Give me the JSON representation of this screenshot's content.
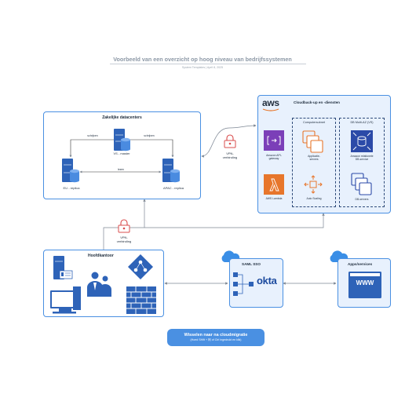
{
  "page": {
    "title": "Voorbeeld van een overzicht op hoog niveau van bedrijfssystemen",
    "subtitle": "System Templates  |  April 8, 2025"
  },
  "datacenters": {
    "title": "Zakelijke datacenters",
    "master": "VS - master",
    "eu": "EU - replica",
    "apac": "APAC - replica",
    "write_left": "schrijven",
    "write_right": "schrijven",
    "read": "lezen"
  },
  "vpn": {
    "top": "VPN-\nverbinding",
    "bottom": "VPN-\nverbinding"
  },
  "aws": {
    "logo": "aws",
    "title": "Cloudback-up en -diensten",
    "compute_subnet": "Computersubnet",
    "db_subnet": "DB Multi-AZ (VS)",
    "api_gateway": "Amazon API-\ngateway",
    "lambda": "AWS Lambda",
    "app_servers": "Applicatie-\nservers",
    "auto_scaling": "Auto Scaling",
    "rds": "Amazon relationele\nDB-service",
    "db_servers": "DB-servers"
  },
  "office": {
    "title": "Hoofdkantoor"
  },
  "saml": {
    "title": "SAML SSO",
    "logo": "okta"
  },
  "apps": {
    "title": "Apps/services",
    "www": "WWW"
  },
  "button": {
    "label": "Wisselen naar na cloudmigratie",
    "sublabel": "(Hoed SHift + 阿 of Ctrl ingedrukt en klik)"
  },
  "colors": {
    "accent": "#4a90e2",
    "aws_orange": "#e7762b",
    "aws_purple": "#6b3fa0",
    "aws_blue": "#2b4aa8",
    "dc_blue": "#2e63b8",
    "vpn_red": "#d94c4c"
  },
  "icons": [
    "server-icon",
    "database-icon",
    "vpn-lock-icon",
    "aws-logo",
    "api-gateway-icon",
    "lambda-icon",
    "app-servers-icon",
    "auto-scaling-icon",
    "rds-icon",
    "db-servers-icon",
    "user-group-icon",
    "desktop-icon",
    "active-directory-icon",
    "firewall-icon",
    "cloud-icon",
    "okta-logo",
    "browser-www-icon"
  ]
}
